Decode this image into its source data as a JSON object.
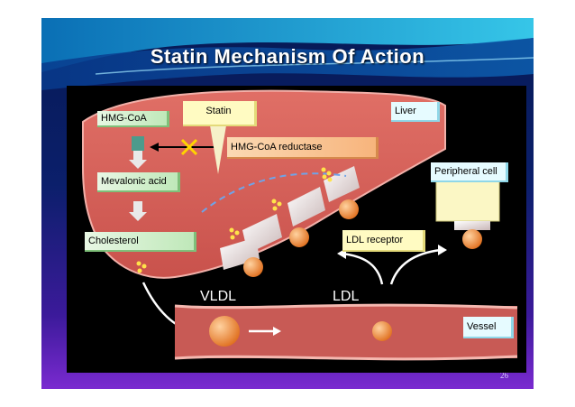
{
  "title": "Statin Mechanism Of Action",
  "labels": {
    "hmg_coa": "HMG-CoA",
    "statin": "Statin",
    "liver": "Liver",
    "hmg_coa_reductase": "HMG-CoA reductase",
    "mevalonic_acid": "Mevalonic acid",
    "cholesterol": "Cholesterol",
    "peripheral_cell": "Peripheral cell",
    "ldl_receptor": "LDL receptor",
    "vldl": "VLDL",
    "ldl": "LDL",
    "vessel": "Vessel"
  },
  "page_number": "26",
  "colors": {
    "liver": "#d9655f",
    "vessel": "#c85a55",
    "background": "#0b1f6b"
  }
}
